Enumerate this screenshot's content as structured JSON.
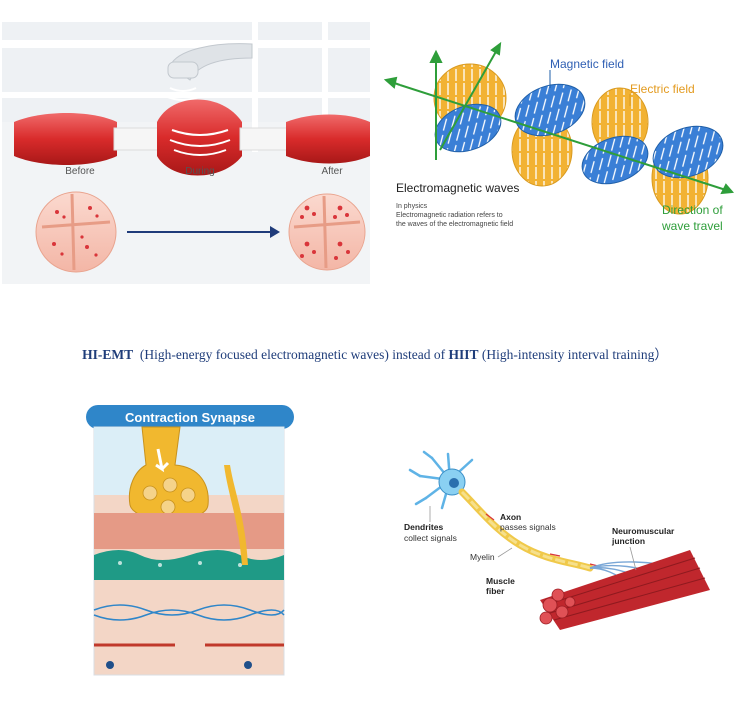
{
  "muscle_panel": {
    "labels": [
      "Before",
      "During",
      "After"
    ]
  },
  "wave_panel": {
    "magnetic_label": "Magnetic field",
    "electric_label": "Electric field",
    "title": "Electromagnetic waves",
    "desc_line1": "In physics",
    "desc_line2": "Electromagnetic radiation  refers to",
    "desc_line3": "the waves of the electromagnetic field",
    "direction_line1": "Direction of",
    "direction_line2": "wave travel",
    "colors": {
      "magnetic": "#3a7fd6",
      "electric": "#f2b233",
      "axis": "#2e9e3a"
    }
  },
  "caption": {
    "abbr1": "HI-EMT",
    "text1": "(High-energy focused electromagnetic waves)  instead of",
    "abbr2": "HIIT",
    "text2": "(High-intensity interval training）"
  },
  "synapse_panel": {
    "title": "Contraction Synapse"
  },
  "neuron_panel": {
    "dendrites": "Dendrites",
    "dendrites_sub": "collect signals",
    "axon": "Axon",
    "axon_sub": "passes signals",
    "myelin": "Myelin",
    "nmj_line1": "Neuromuscular",
    "nmj_line2": "junction",
    "muscle_line1": "Muscle",
    "muscle_line2": "fiber"
  }
}
